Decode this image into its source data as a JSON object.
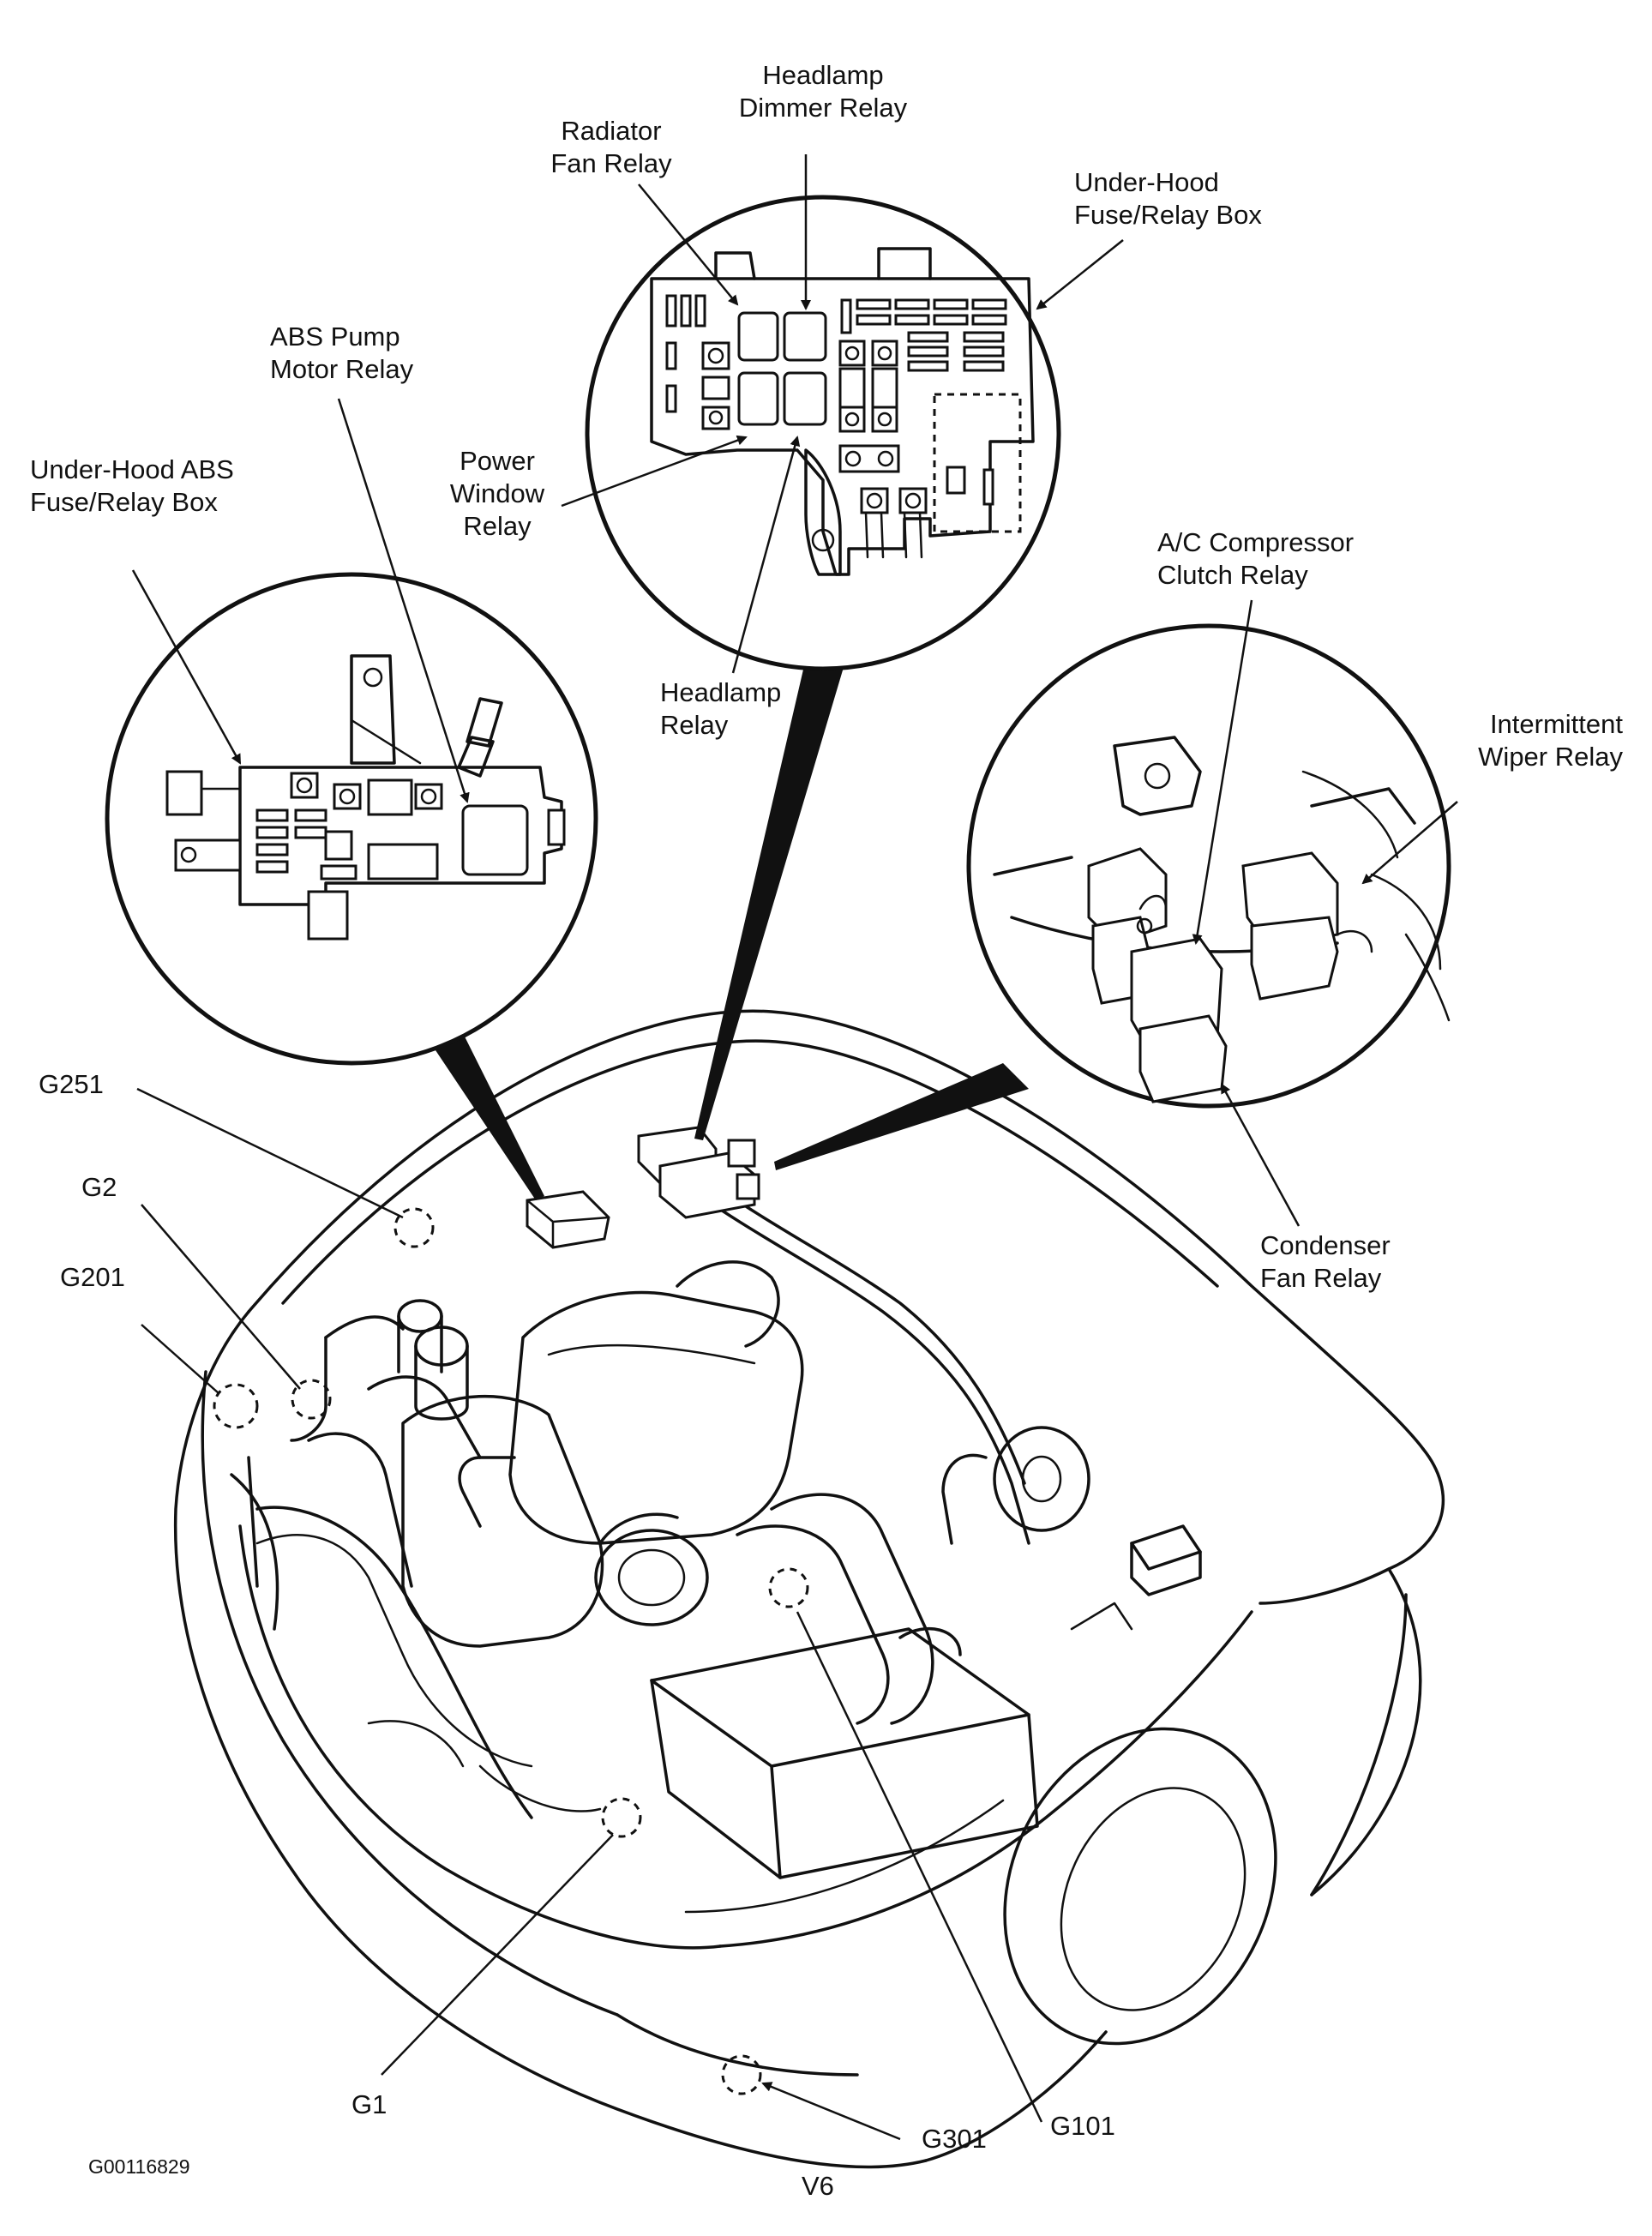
{
  "labels": {
    "headlamp_dimmer_relay": [
      "Headlamp",
      "Dimmer Relay"
    ],
    "radiator_fan_relay": [
      "Radiator",
      "Fan Relay"
    ],
    "under_hood_fuse_relay_box": [
      "Under-Hood",
      "Fuse/Relay Box"
    ],
    "abs_pump_motor_relay": [
      "ABS Pump",
      "Motor Relay"
    ],
    "under_hood_abs_fuse_relay_box": [
      "Under-Hood ABS",
      "Fuse/Relay Box"
    ],
    "power_window_relay": [
      "Power",
      "Window",
      "Relay"
    ],
    "headlamp_relay": [
      "Headlamp",
      "Relay"
    ],
    "ac_compressor_clutch_relay": [
      "A/C Compressor",
      "Clutch Relay"
    ],
    "intermittent_wiper_relay": [
      "Intermittent",
      "Wiper Relay"
    ],
    "condenser_fan_relay": [
      "Condenser",
      "Fan Relay"
    ]
  },
  "grounds": {
    "g251": "G251",
    "g2": "G2",
    "g201": "G201",
    "g1": "G1",
    "g301": "G301",
    "g101": "G101"
  },
  "footer": {
    "figure_id": "G00116829",
    "engine_code": "V6"
  }
}
